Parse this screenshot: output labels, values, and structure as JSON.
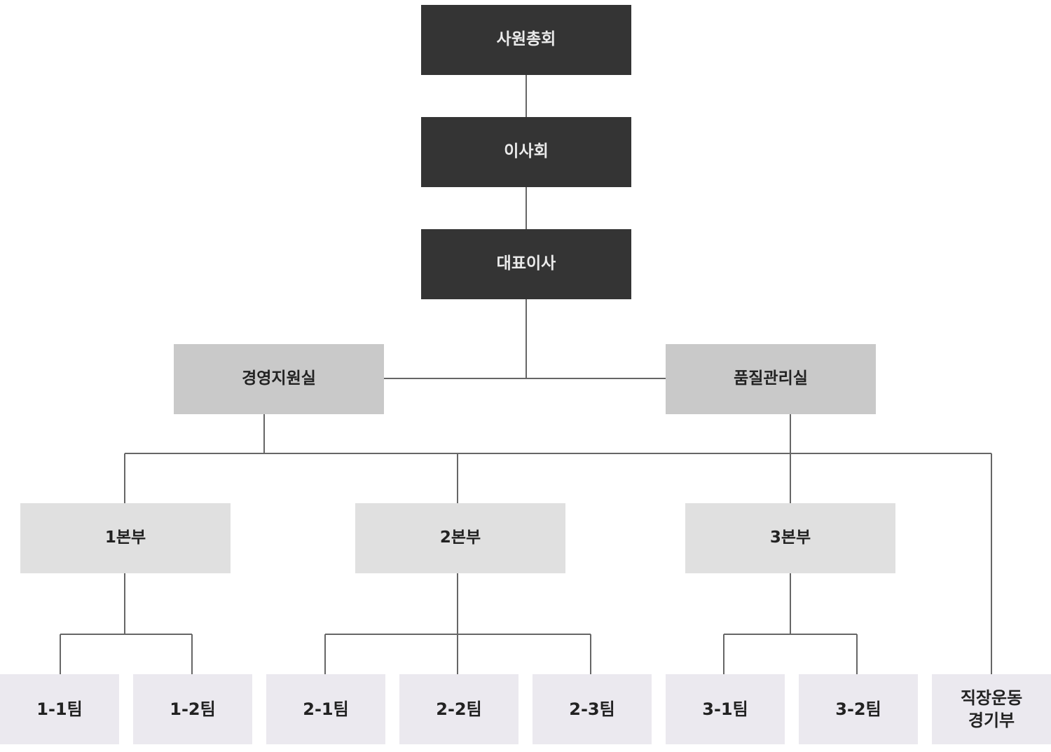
{
  "colors": {
    "top_level": "#343434",
    "office": "#c9c9c9",
    "division": "#e0e0e0",
    "team": "#ebe9ef",
    "connector": "#666666"
  },
  "org": {
    "general_meeting": "사원총회",
    "board": "이사회",
    "ceo": "대표이사",
    "management_support": "경영지원실",
    "quality_management": "품질관리실",
    "division_1": "1본부",
    "division_2": "2본부",
    "division_3": "3본부",
    "team_1_1": "1-1팀",
    "team_1_2": "1-2팀",
    "team_2_1": "2-1팀",
    "team_2_2": "2-2팀",
    "team_2_3": "2-3팀",
    "team_3_1": "3-1팀",
    "team_3_2": "3-2팀",
    "sports_department": "직장운동\n경기부"
  }
}
